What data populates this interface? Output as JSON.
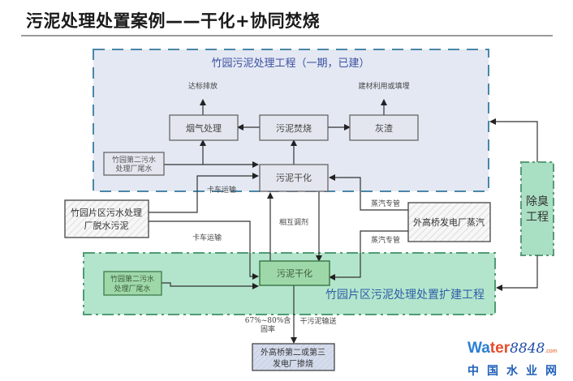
{
  "title": "污泥处理处置案例——干化+协同焚烧",
  "colors": {
    "phase1_fill": "#e3e8f3",
    "phase1_border": "#4a86a8",
    "phase2_fill": "#b3e5cc",
    "phase2_border": "#4e9c72",
    "deodor_fill": "#a9dfc2",
    "box_fill": "#e3e6ee",
    "box_border": "#666666",
    "green_box_fill": "#9fd8a8",
    "green_box_border": "#3e7a4a",
    "final_box_fill": "#c8d6e6",
    "title_blue": "#3c4fa0",
    "expansion_blue": "#2f5fa8"
  },
  "regions": {
    "phase1": {
      "label": "竹园污泥处理工程（一期，已建）"
    },
    "phase2": {
      "label": "竹园片区污泥处理处置扩建工程"
    },
    "deodor": {
      "label_line1": "除臭",
      "label_line2": "工程"
    }
  },
  "nodes": {
    "flue_gas": "烟气处理",
    "incineration": "污泥焚烧",
    "ash": "灰渣",
    "tailwater1_line1": "竹园第二污水",
    "tailwater1_line2": "处理厂尾水",
    "drying1": "污泥干化",
    "dewatered_line1": "竹园片区污水处理",
    "dewatered_line2": "厂脱水污泥",
    "steam_source": "外高桥发电厂蒸汽",
    "tailwater2_line1": "竹园第二污水",
    "tailwater2_line2": "处理厂尾水",
    "drying2": "污泥干化",
    "final_line1": "外高桥第二或第三",
    "final_line2": "发电厂掺烧"
  },
  "labels": {
    "discharge": "达标排放",
    "building_material": "建材利用或填埋",
    "truck1": "卡车运输",
    "truck2": "卡车运输",
    "mutual": "相互调剂",
    "steam_pipe1": "蒸汽专管",
    "steam_pipe2": "蒸汽专管",
    "solids_line1": "67%~80%含",
    "solids_line2": "固率",
    "dry_transport": "干污泥输送"
  },
  "logo": {
    "brand_wa": "Wa",
    "brand_ter": "ter",
    "brand_num": "8848",
    "brand_com": ".com",
    "subtitle": "中国水业网"
  }
}
